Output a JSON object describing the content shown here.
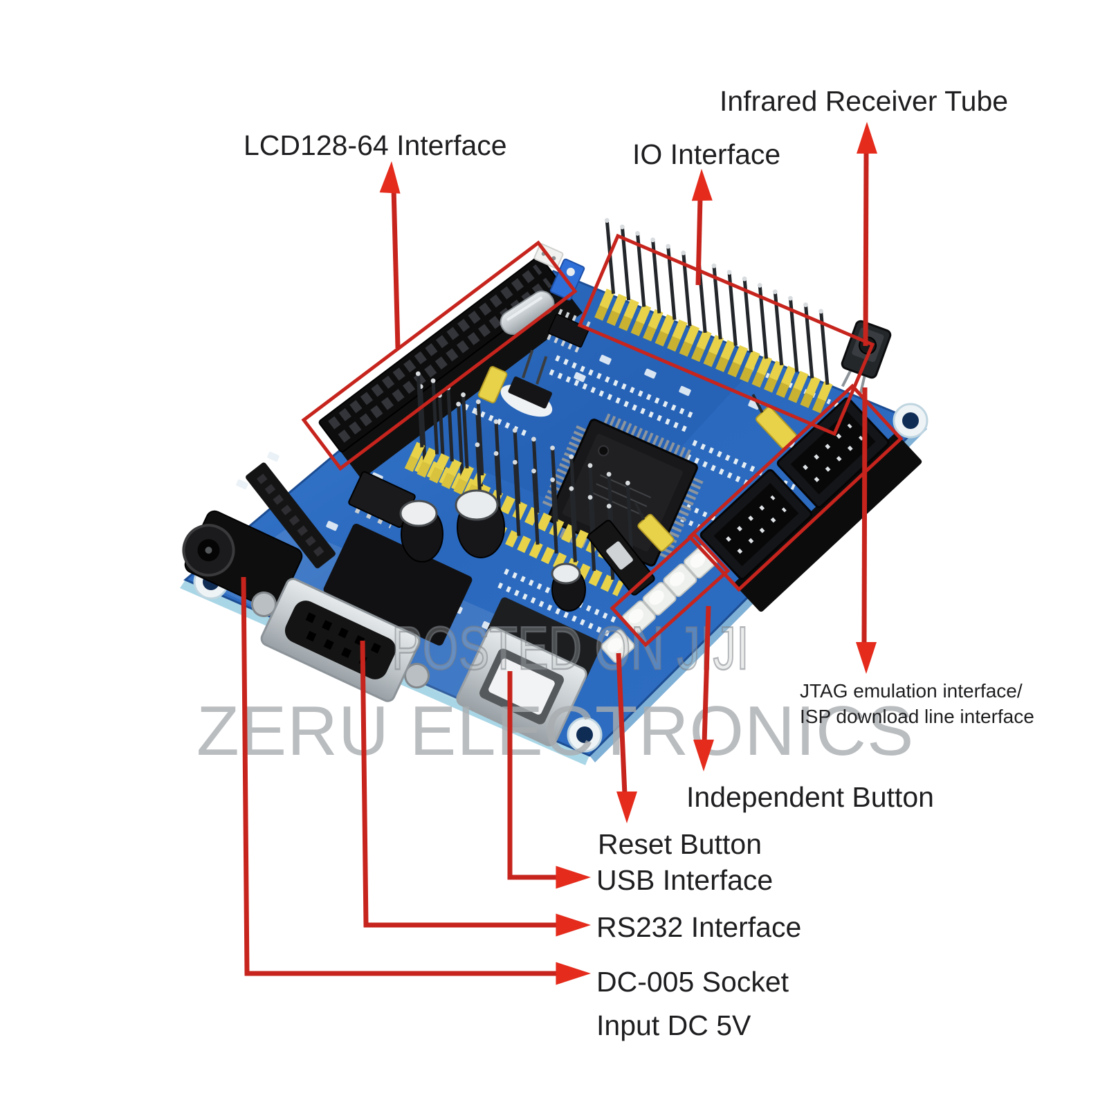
{
  "callouts": {
    "lcd": {
      "label": "LCD128-64 Interface"
    },
    "io": {
      "label": "IO Interface"
    },
    "ir": {
      "label": "Infrared Receiver Tube"
    },
    "jtag": {
      "line1": "JTAG emulation interface/",
      "line2": "ISP download line interface"
    },
    "independent": {
      "label": "Independent Button"
    },
    "reset": {
      "label": "Reset Button"
    },
    "usb": {
      "label": "USB Interface"
    },
    "rs232": {
      "label": "RS232 Interface"
    },
    "dc": {
      "line1": "DC-005 Socket",
      "line2": "Input DC 5V"
    }
  },
  "watermarks": {
    "posted": "POSTED ON JIJI",
    "brand": "ZERU ELECTRONICS"
  },
  "colors": {
    "page-background": "#ffffff",
    "annotation-red": "#c6241d",
    "arrowhead-red": "#e42b1c",
    "highlight-box-red": "#c6241d",
    "label-text": "#1e1e20",
    "watermark-gray": "#a9adb0",
    "pcb-blue": "#2a6bc2",
    "pcb-blue-dark": "#1b4c96",
    "pcb-edge-light": "#a9d6e6",
    "header-yellow": "#e7d24a",
    "connector-silver": "#c9ced2",
    "component-black": "#121214"
  }
}
